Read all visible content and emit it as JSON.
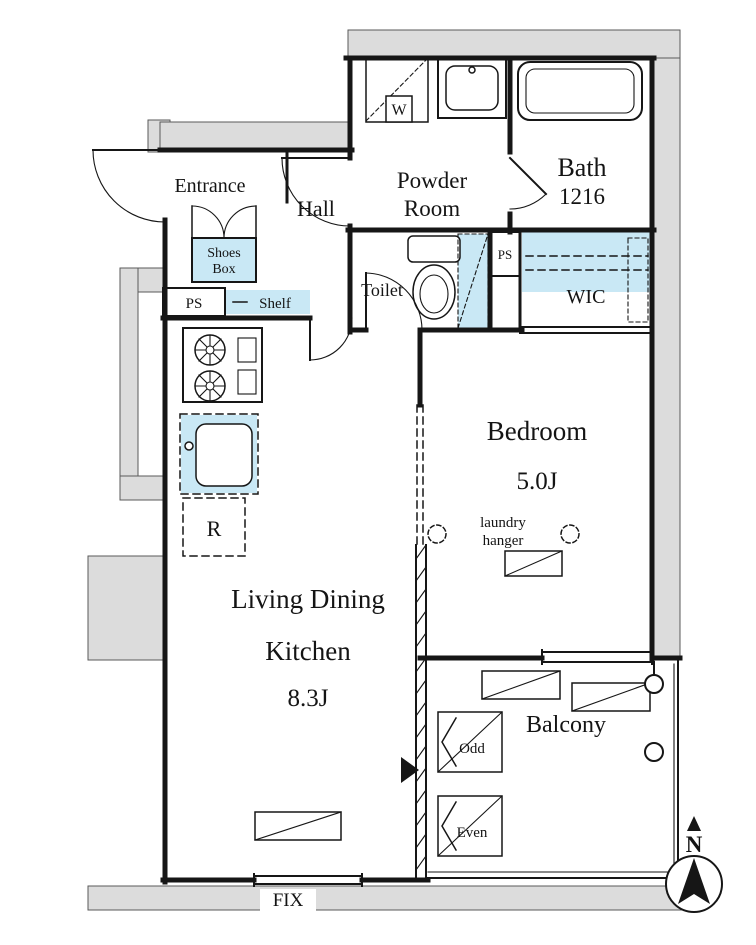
{
  "colors": {
    "wet_area_blue": "#c9e8f5",
    "concrete_gray": "#dcdcdc",
    "line_black": "#161616"
  },
  "labels": {
    "entrance": "Entrance",
    "shoes_box": {
      "line1": "Shoes",
      "line2": "Box"
    },
    "hall": "Hall",
    "powder_room": {
      "line1": "Powder",
      "line2": "Room"
    },
    "washing_machine": "W",
    "bath": {
      "line1": "Bath",
      "line2": "1216"
    },
    "toilet": "Toilet",
    "pipe_space_top": "PS",
    "pipe_space_left": "PS",
    "wic": "WIC",
    "shelf": "Shelf",
    "refrigerator": "R",
    "bedroom": {
      "name": "Bedroom",
      "size": "5.0J"
    },
    "laundry_hanger": {
      "line1": "laundry",
      "line2": "hanger"
    },
    "ldk": {
      "line1": "Living Dining",
      "line2": "Kitchen",
      "size": "8.3J"
    },
    "balcony": "Balcony",
    "stairs_odd": "Odd",
    "stairs_even": "Even",
    "fix_window": "FIX",
    "north": "N"
  }
}
